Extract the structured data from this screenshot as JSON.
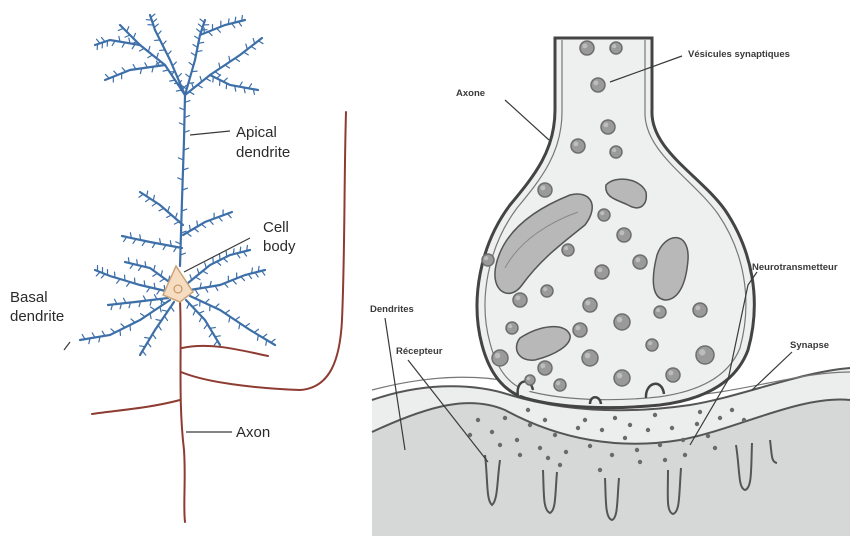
{
  "neuron": {
    "labels": {
      "apical_line1": "Apical",
      "apical_line2": "dendrite",
      "cell_line1": "Cell",
      "cell_line2": "body",
      "basal_line1": "Basal",
      "basal_line2": "dendrite",
      "axon": "Axon"
    },
    "colors": {
      "dendrite": "#3d6fa8",
      "axon": "#8e3b32",
      "soma": "#f6dcc0"
    }
  },
  "synapse": {
    "labels": {
      "vesicles": "Vésicules synaptiques",
      "axon": "Axone",
      "neurotransmitter": "Neurotransmetteur",
      "dendrites": "Dendrites",
      "receptor": "Récepteur",
      "synapse": "Synapse"
    },
    "colors": {
      "membrane": "#555555",
      "vesicle": "#9a9a9a",
      "terminal_fill": "#eef0ef",
      "dendrite_fill": "#d4d6d5"
    }
  }
}
